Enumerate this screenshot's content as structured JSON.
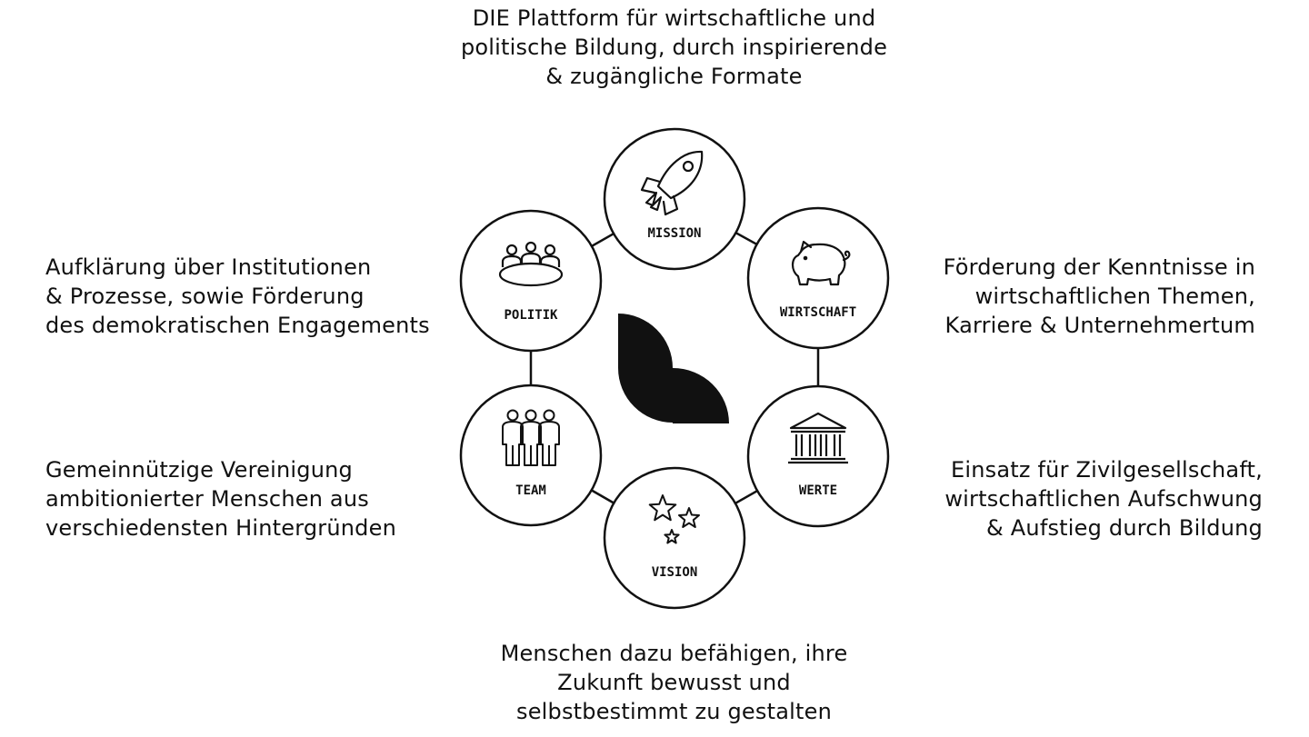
{
  "nodes": {
    "mission": {
      "label": "MISSION",
      "icon": "rocket-icon",
      "description": "DIE Plattform für wirtschaftliche und\npolitische Bildung, durch inspirierende\n& zugängliche Formate"
    },
    "wirtschaft": {
      "label": "WIRTSCHAFT",
      "icon": "piggy-bank-icon",
      "description": "Förderung der Kenntnisse in\nwirtschaftlichen Themen,\nKarriere & Unternehmertum"
    },
    "werte": {
      "label": "WERTE",
      "icon": "institution-building-icon",
      "description": "Einsatz für Zivilgesellschaft,\nwirtschaftlichen Aufschwung\n& Aufstieg durch Bildung"
    },
    "vision": {
      "label": "VISION",
      "icon": "stars-icon",
      "description": "Menschen dazu befähigen, ihre\nZukunft bewusst und\nselbstbestimmt zu gestalten"
    },
    "team": {
      "label": "TEAM",
      "icon": "people-group-icon",
      "description": "Gemeinnützige Vereinigung\nambitionierter Menschen aus\nverschiedensten Hintergründen"
    },
    "politik": {
      "label": "POLITIK",
      "icon": "round-table-meeting-icon",
      "description": "Aufklärung über Institutionen\n& Prozesse, sowie Förderung\ndes demokratischen Engagements"
    }
  },
  "center_logo": {
    "icon": "brand-logo-icon"
  },
  "colors": {
    "stroke": "#111111",
    "background": "#ffffff"
  }
}
